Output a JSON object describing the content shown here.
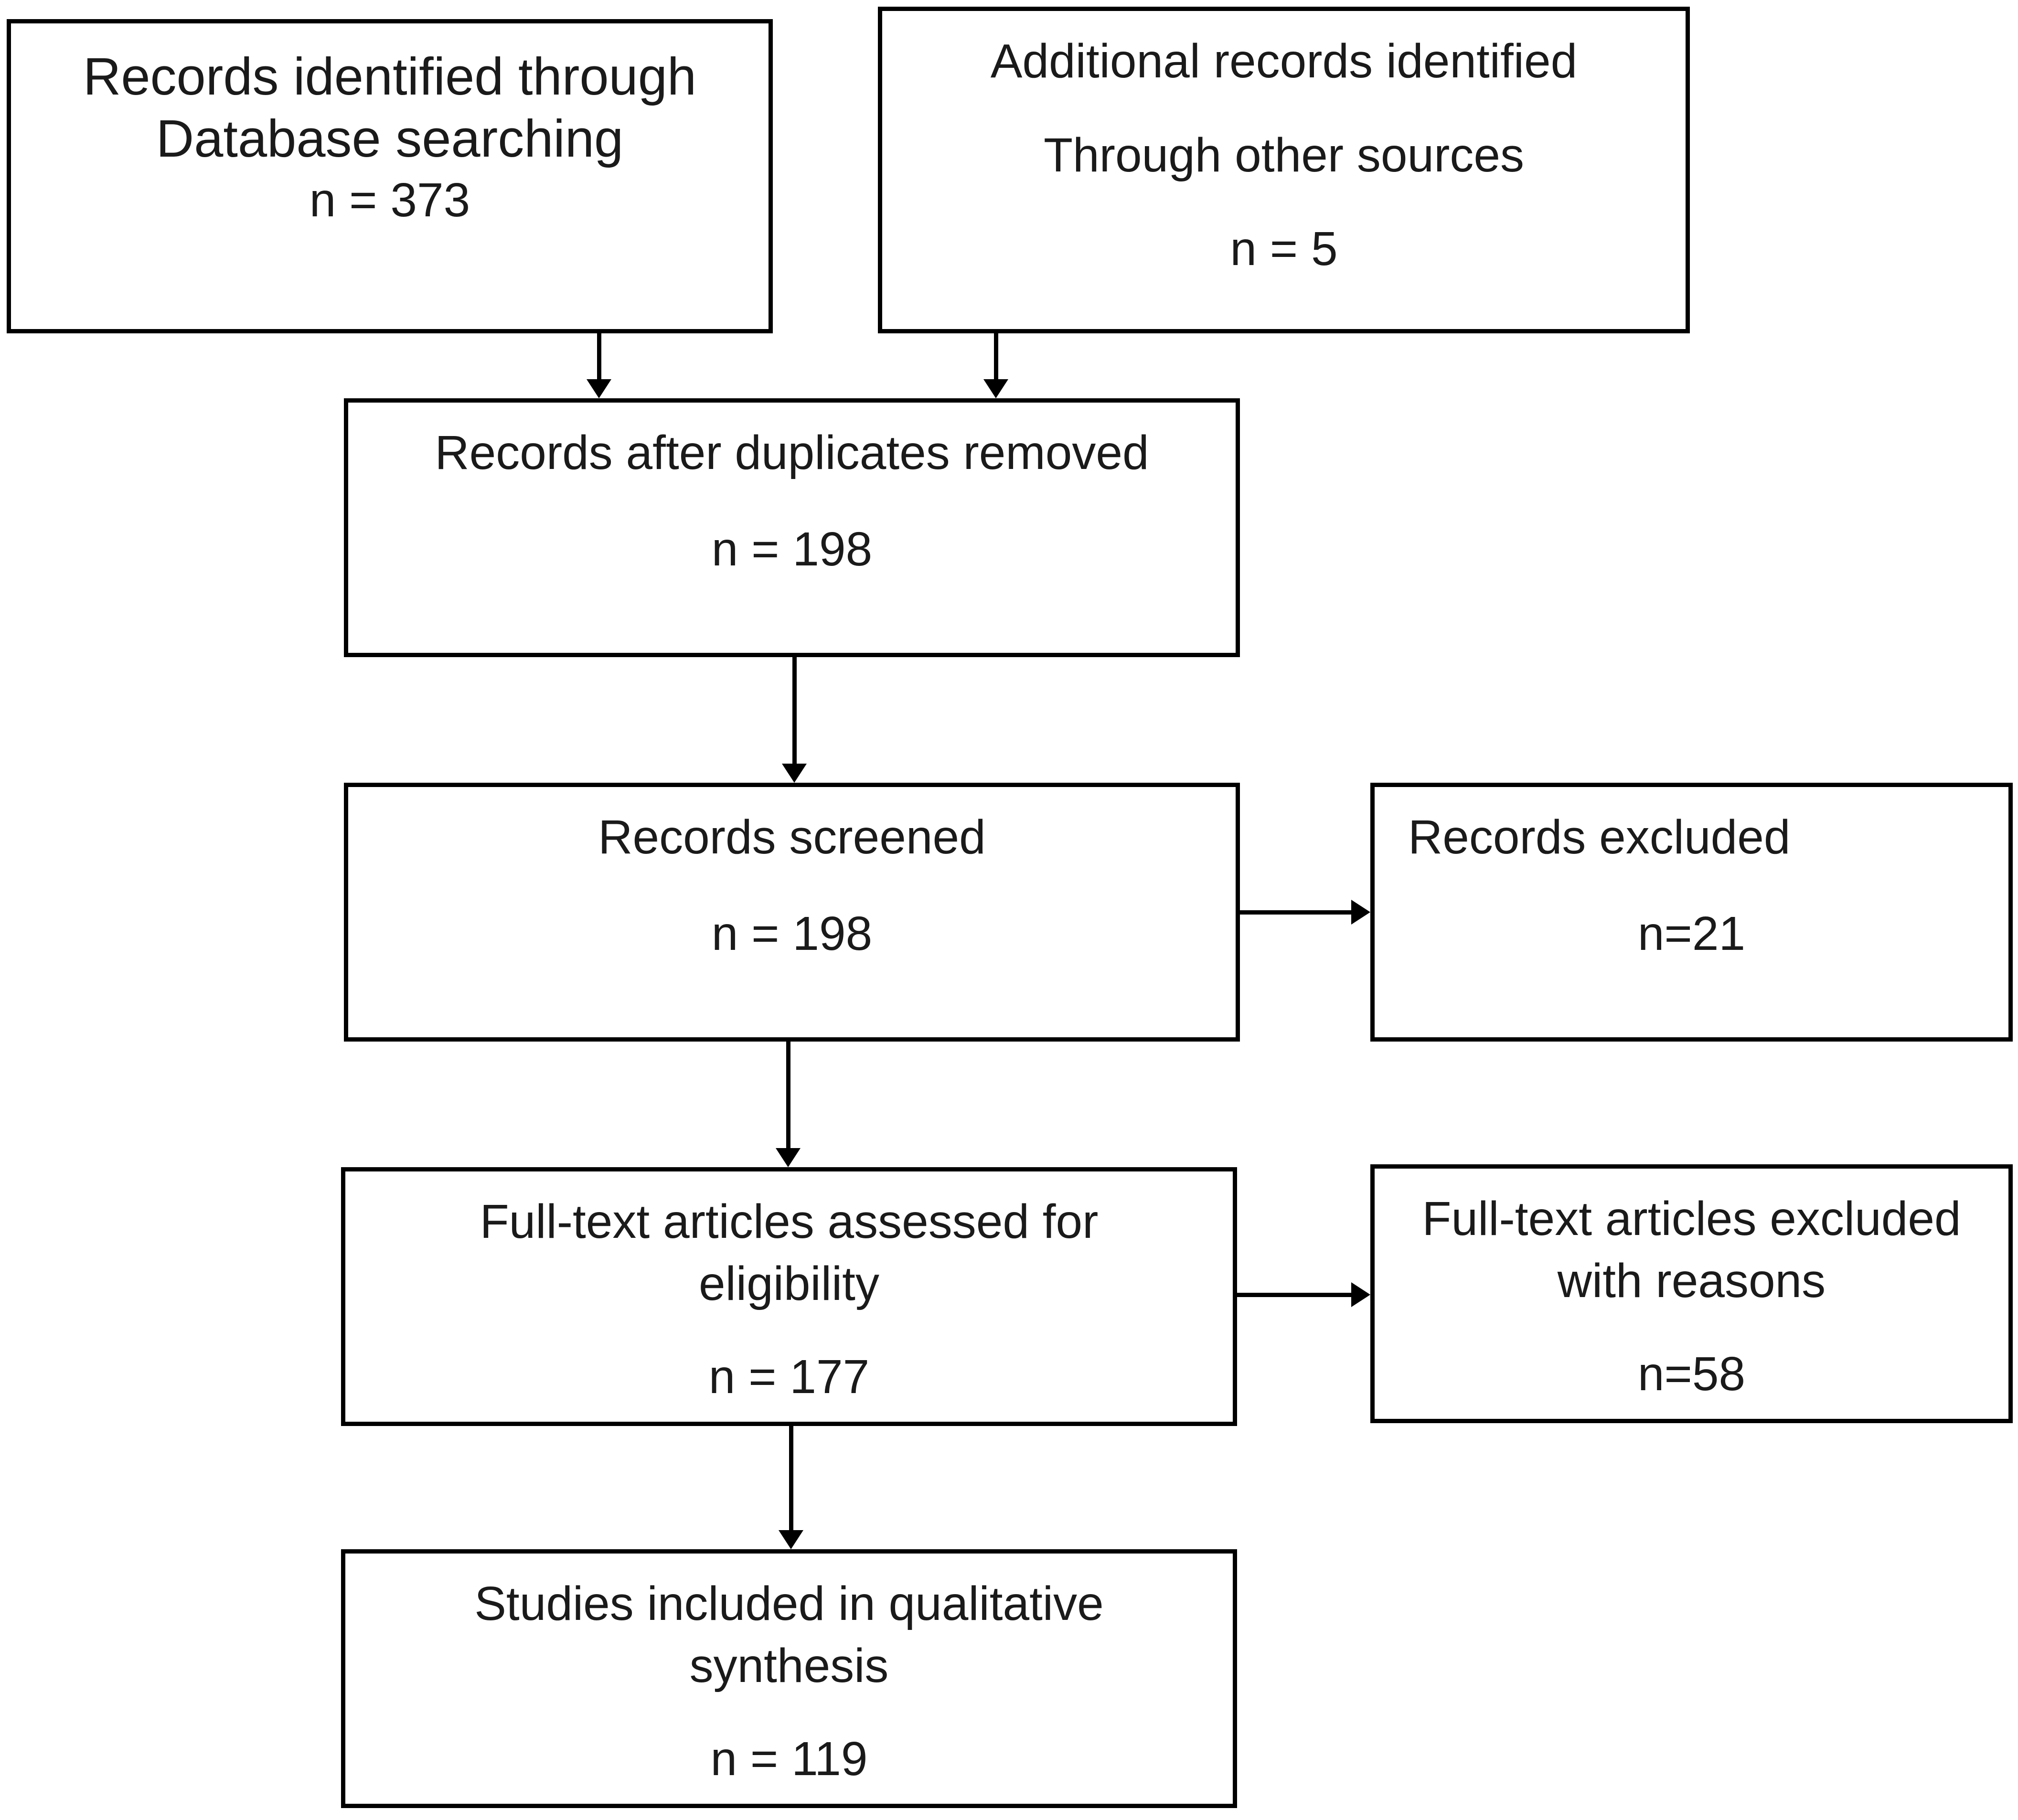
{
  "boxes": {
    "db_search": {
      "lines": [
        "Records identified through",
        "Database searching"
      ],
      "count": "n = 373"
    },
    "other_sources": {
      "lines": [
        "Additional records identified",
        "Through other sources"
      ],
      "count": "n = 5"
    },
    "after_duplicates": {
      "lines": [
        "Records after duplicates removed"
      ],
      "count": "n = 198"
    },
    "screened": {
      "lines": [
        "Records screened"
      ],
      "count": "n = 198"
    },
    "excluded": {
      "lines": [
        "Records excluded"
      ],
      "count": "n=21"
    },
    "full_text": {
      "lines": [
        "Full-text articles assessed for",
        "eligibility"
      ],
      "count": "n = 177"
    },
    "full_text_excluded": {
      "lines": [
        "Full-text articles excluded",
        "with reasons"
      ],
      "count": "n=58"
    },
    "included": {
      "lines": [
        "Studies included in qualitative",
        "synthesis"
      ],
      "count": "n = 119"
    }
  }
}
